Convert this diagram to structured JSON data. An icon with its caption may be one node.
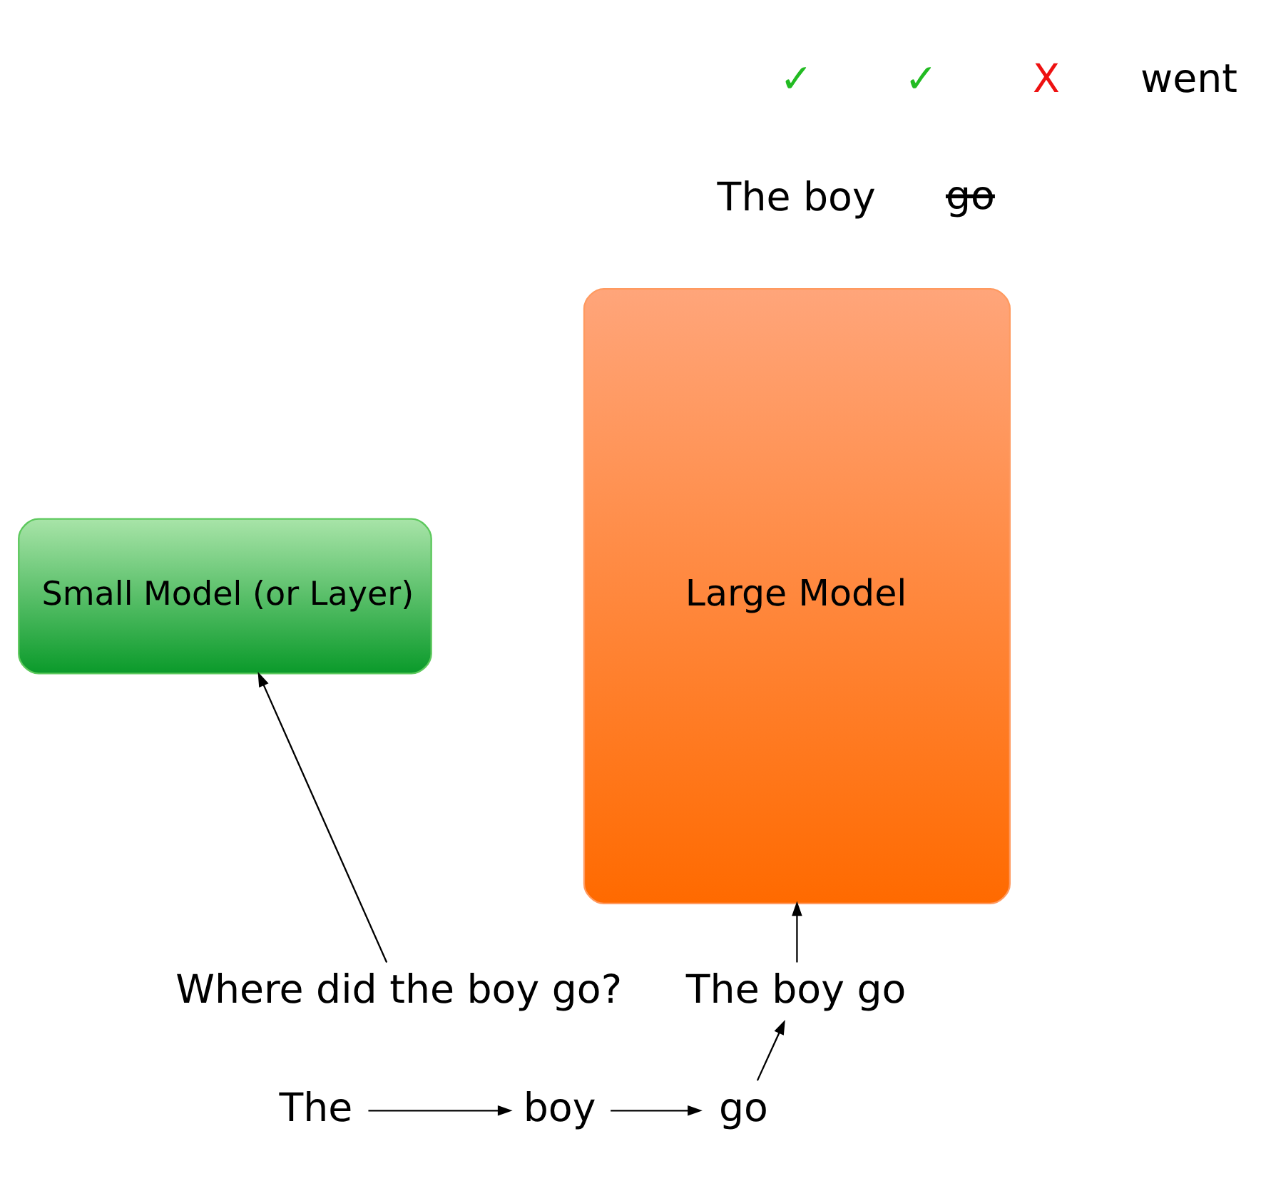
{
  "diagram": {
    "nodes": [
      {
        "text": [
          "The"
        ]
      },
      {
        "text": [
          "boy"
        ]
      },
      {
        "text": [
          "go"
        ]
      },
      {
        "text": [
          "Small Model (or Layer)"
        ]
      },
      {
        "text": [
          "Where did the boy go?"
        ]
      },
      {
        "text": [
          "Large Model"
        ]
      },
      {
        "text": [
          "The boy go"
        ]
      }
    ],
    "edges": [
      {
        "from": 0,
        "to": 1,
        "arrow": "to"
      },
      {
        "from": 1,
        "to": 2,
        "arrow": "to"
      },
      {
        "from": 4,
        "to": 3,
        "arrow": "to"
      },
      {
        "from": 2,
        "to": 6,
        "arrow": "to"
      },
      {
        "from": 6,
        "to": 5,
        "arrow": "to"
      }
    ],
    "labels": [
      "✓",
      "✓",
      "X",
      "went",
      "The boy",
      "go"
    ]
  }
}
